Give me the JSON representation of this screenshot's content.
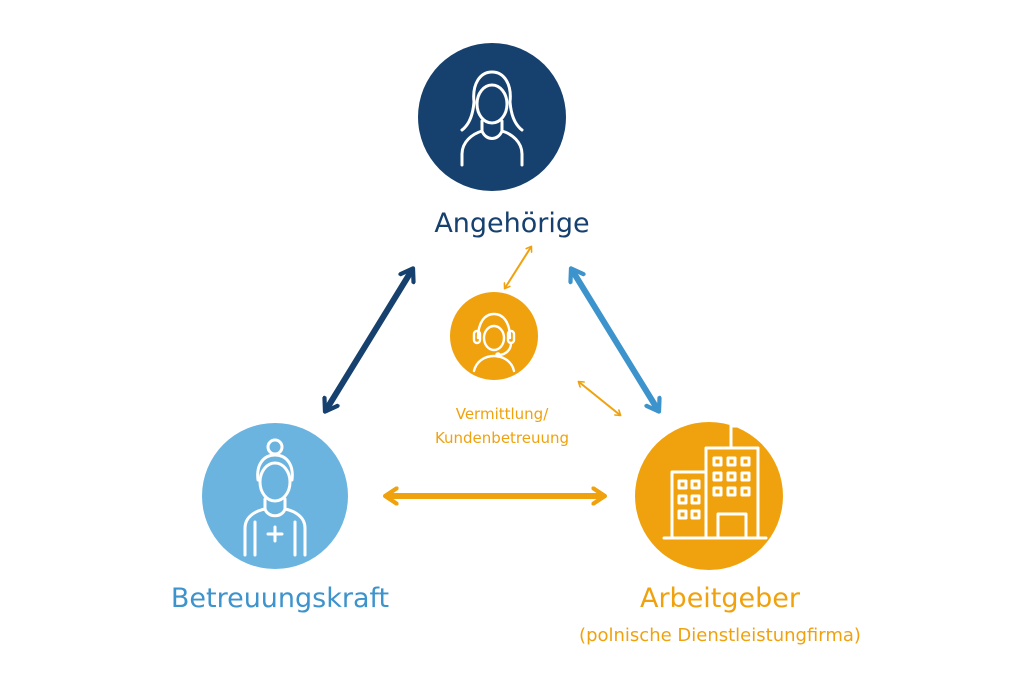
{
  "colors": {
    "navy": "#16406d",
    "light_blue": "#6cb4e0",
    "mid_blue": "#3d93cc",
    "orange": "#f0a20e",
    "white": "#ffffff"
  },
  "nodes": {
    "angehoerige": {
      "label": "Angehörige",
      "icon": "woman-person-icon"
    },
    "vermittlung": {
      "line1": "Vermittlung/",
      "line2": "Kundenbetreuung",
      "icon": "headset-agent-icon"
    },
    "betreuungskraft": {
      "label": "Betreuungskraft",
      "icon": "nurse-icon"
    },
    "arbeitgeber": {
      "label": "Arbeitgeber",
      "sublabel": "(polnische Dienstleistungfirma)",
      "icon": "office-building-flag-icon"
    }
  },
  "connections": [
    {
      "from": "angehoerige",
      "to": "betreuungskraft",
      "style": "bidirectional",
      "color": "#16406d"
    },
    {
      "from": "angehoerige",
      "to": "arbeitgeber",
      "style": "bidirectional",
      "color": "#3d93cc"
    },
    {
      "from": "betreuungskraft",
      "to": "arbeitgeber",
      "style": "bidirectional",
      "color": "#f0a20e"
    },
    {
      "from": "vermittlung",
      "to": "angehoerige",
      "style": "bidirectional",
      "color": "#f0a20e"
    },
    {
      "from": "vermittlung",
      "to": "arbeitgeber",
      "style": "bidirectional",
      "color": "#f0a20e"
    }
  ]
}
